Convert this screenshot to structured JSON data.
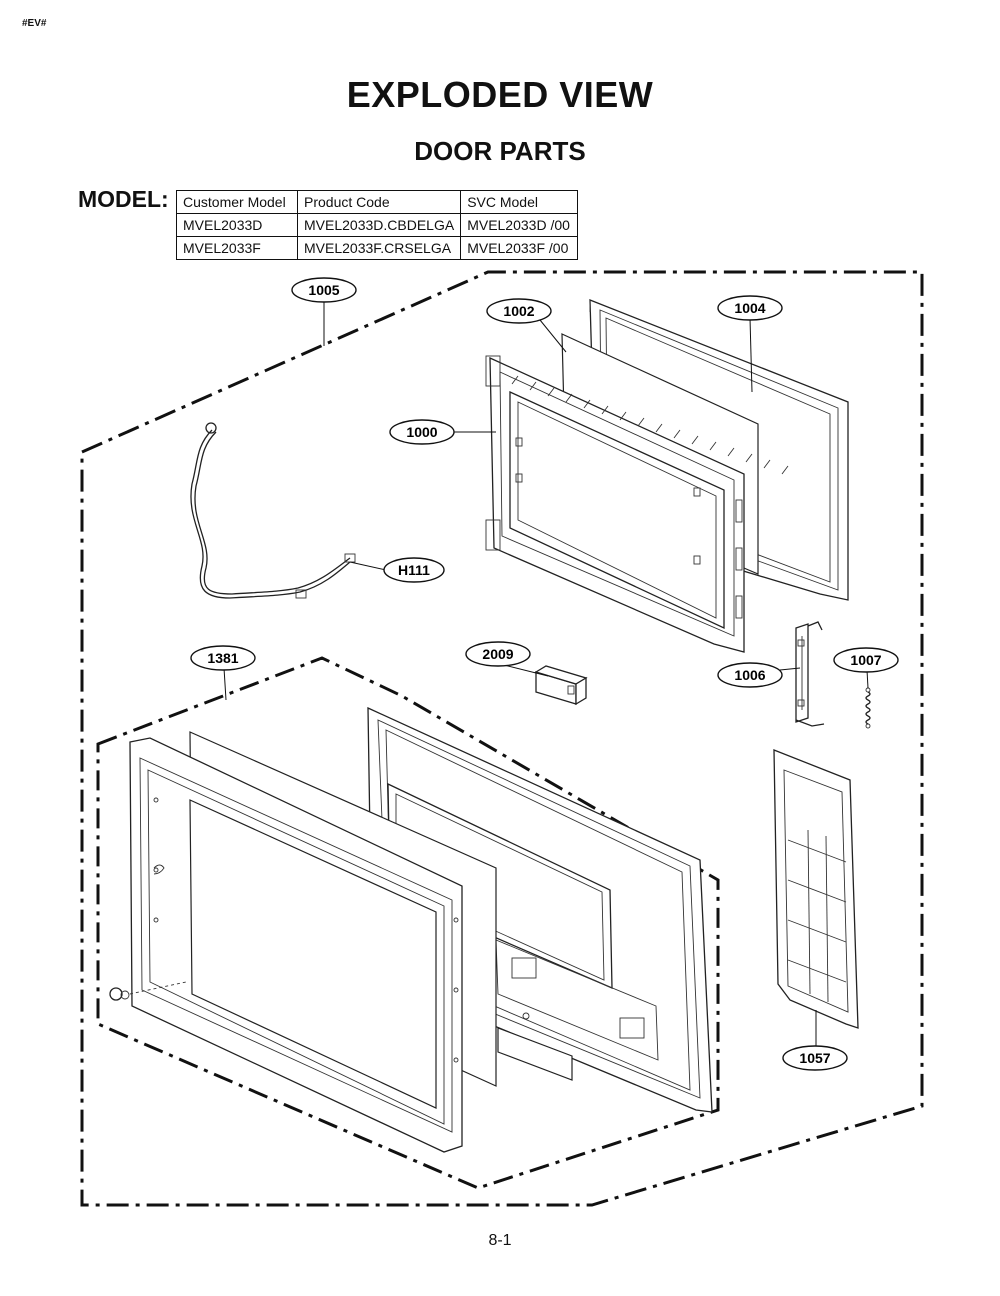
{
  "header": {
    "corner_tag": "#EV#",
    "title": "EXPLODED VIEW",
    "subtitle": "DOOR PARTS"
  },
  "model_table": {
    "label": "MODEL:",
    "columns": [
      "Customer Model",
      "Product Code",
      "SVC Model"
    ],
    "rows": [
      [
        "MVEL2033D",
        "MVEL2033D.CBDELGA",
        "MVEL2033D  /00"
      ],
      [
        "MVEL2033F",
        "MVEL2033F.CRSELGA",
        "MVEL2033F  /00"
      ]
    ]
  },
  "callouts": {
    "c1005": "1005",
    "c1002": "1002",
    "c1004": "1004",
    "c1000": "1000",
    "cH111": "H111",
    "c1381": "1381",
    "c2009": "2009",
    "c1006": "1006",
    "c1007": "1007",
    "c1057": "1057"
  },
  "footer": {
    "page_number": "8-1"
  }
}
